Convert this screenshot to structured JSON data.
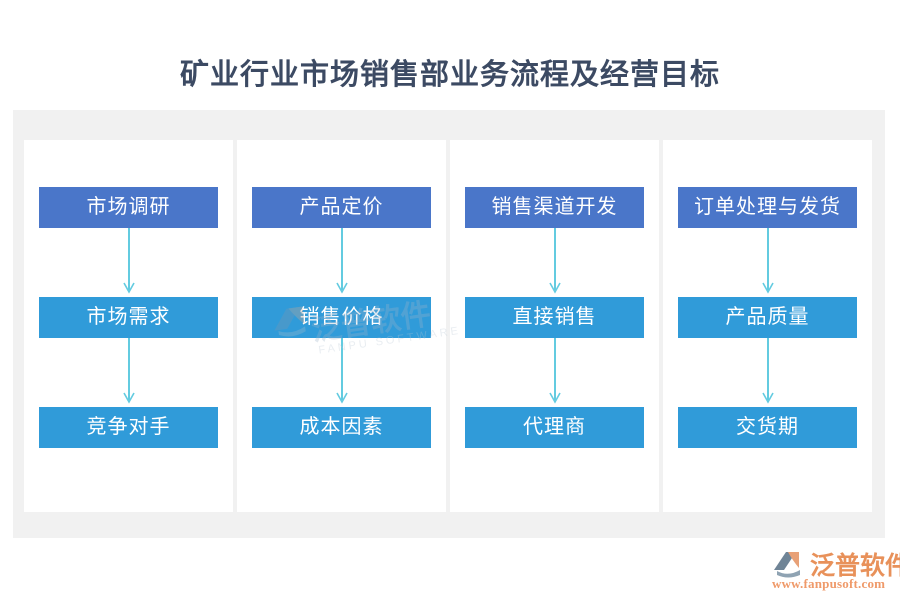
{
  "page": {
    "title": "矿业行业市场销售部业务流程及经营目标",
    "background_color": "#ffffff",
    "title_color": "#3c4a63",
    "container_color": "#f1f1f1",
    "card_color": "#ffffff"
  },
  "palette": {
    "header_blue": "#4a76c9",
    "body_blue": "#309bd9",
    "arrow_cyan": "#63cbe0",
    "brand_orange": "#e8915a"
  },
  "flow": {
    "columns": [
      {
        "name": "market-research",
        "boxes": [
          {
            "label": "市场调研",
            "level": 0
          },
          {
            "label": "市场需求",
            "level": 1
          },
          {
            "label": "竞争对手",
            "level": 2
          }
        ]
      },
      {
        "name": "product-pricing",
        "boxes": [
          {
            "label": "产品定价",
            "level": 0
          },
          {
            "label": "销售价格",
            "level": 1
          },
          {
            "label": "成本因素",
            "level": 2
          }
        ]
      },
      {
        "name": "sales-channel",
        "boxes": [
          {
            "label": "销售渠道开发",
            "level": 0
          },
          {
            "label": "直接销售",
            "level": 1
          },
          {
            "label": "代理商",
            "level": 2
          }
        ]
      },
      {
        "name": "order-shipping",
        "boxes": [
          {
            "label": "订单处理与发货",
            "level": 0
          },
          {
            "label": "产品质量",
            "level": 1
          },
          {
            "label": "交货期",
            "level": 2
          }
        ]
      }
    ]
  },
  "watermark": {
    "text": "泛普软件",
    "subtext": "FANPU SOFTWARE"
  },
  "brand": {
    "name": "泛普软件",
    "url": "www.fanpusoft.com"
  }
}
